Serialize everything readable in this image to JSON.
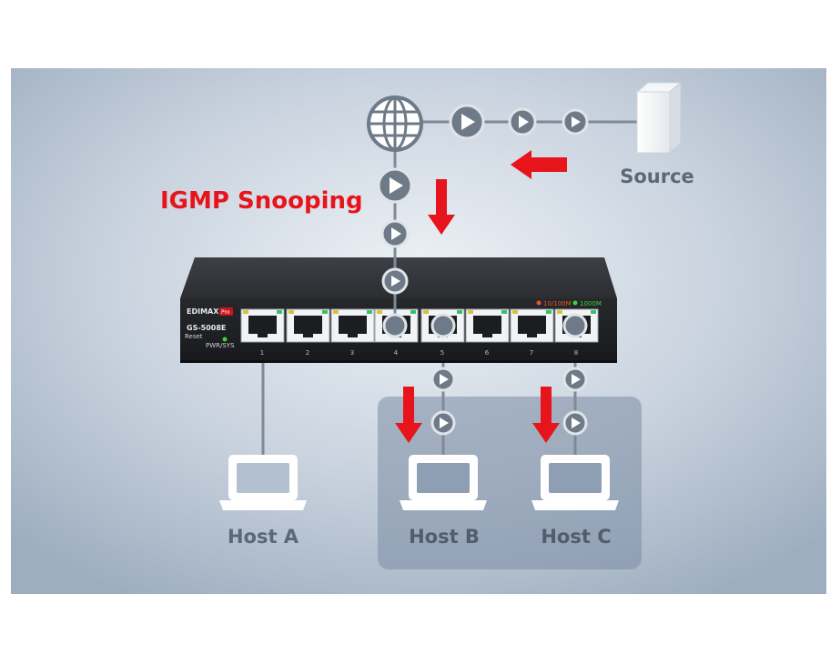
{
  "diagram": {
    "title": "IGMP Snooping",
    "source_label": "Source",
    "hosts": [
      {
        "label": "Host A"
      },
      {
        "label": "Host B"
      },
      {
        "label": "Host C"
      }
    ],
    "switch": {
      "brand": "EDIMAX",
      "brand_suffix": "Pro",
      "model": "GS-5008E",
      "reset_label": "Reset",
      "pwr_label": "PWR/SYS",
      "speed_label_1": "10/100M",
      "speed_label_2": "1000M",
      "port_numbers": [
        "1",
        "2",
        "3",
        "4",
        "5",
        "6",
        "7",
        "8"
      ]
    },
    "colors": {
      "accent_red": "#e8141b",
      "background": "#b9c5d4",
      "line": "#7e8a98",
      "node": "#6e7a88",
      "switch_body": "#2a2c30"
    },
    "icons": [
      "globe-icon",
      "server-icon",
      "play-node-icon",
      "laptop-icon",
      "red-arrow-icon"
    ]
  }
}
